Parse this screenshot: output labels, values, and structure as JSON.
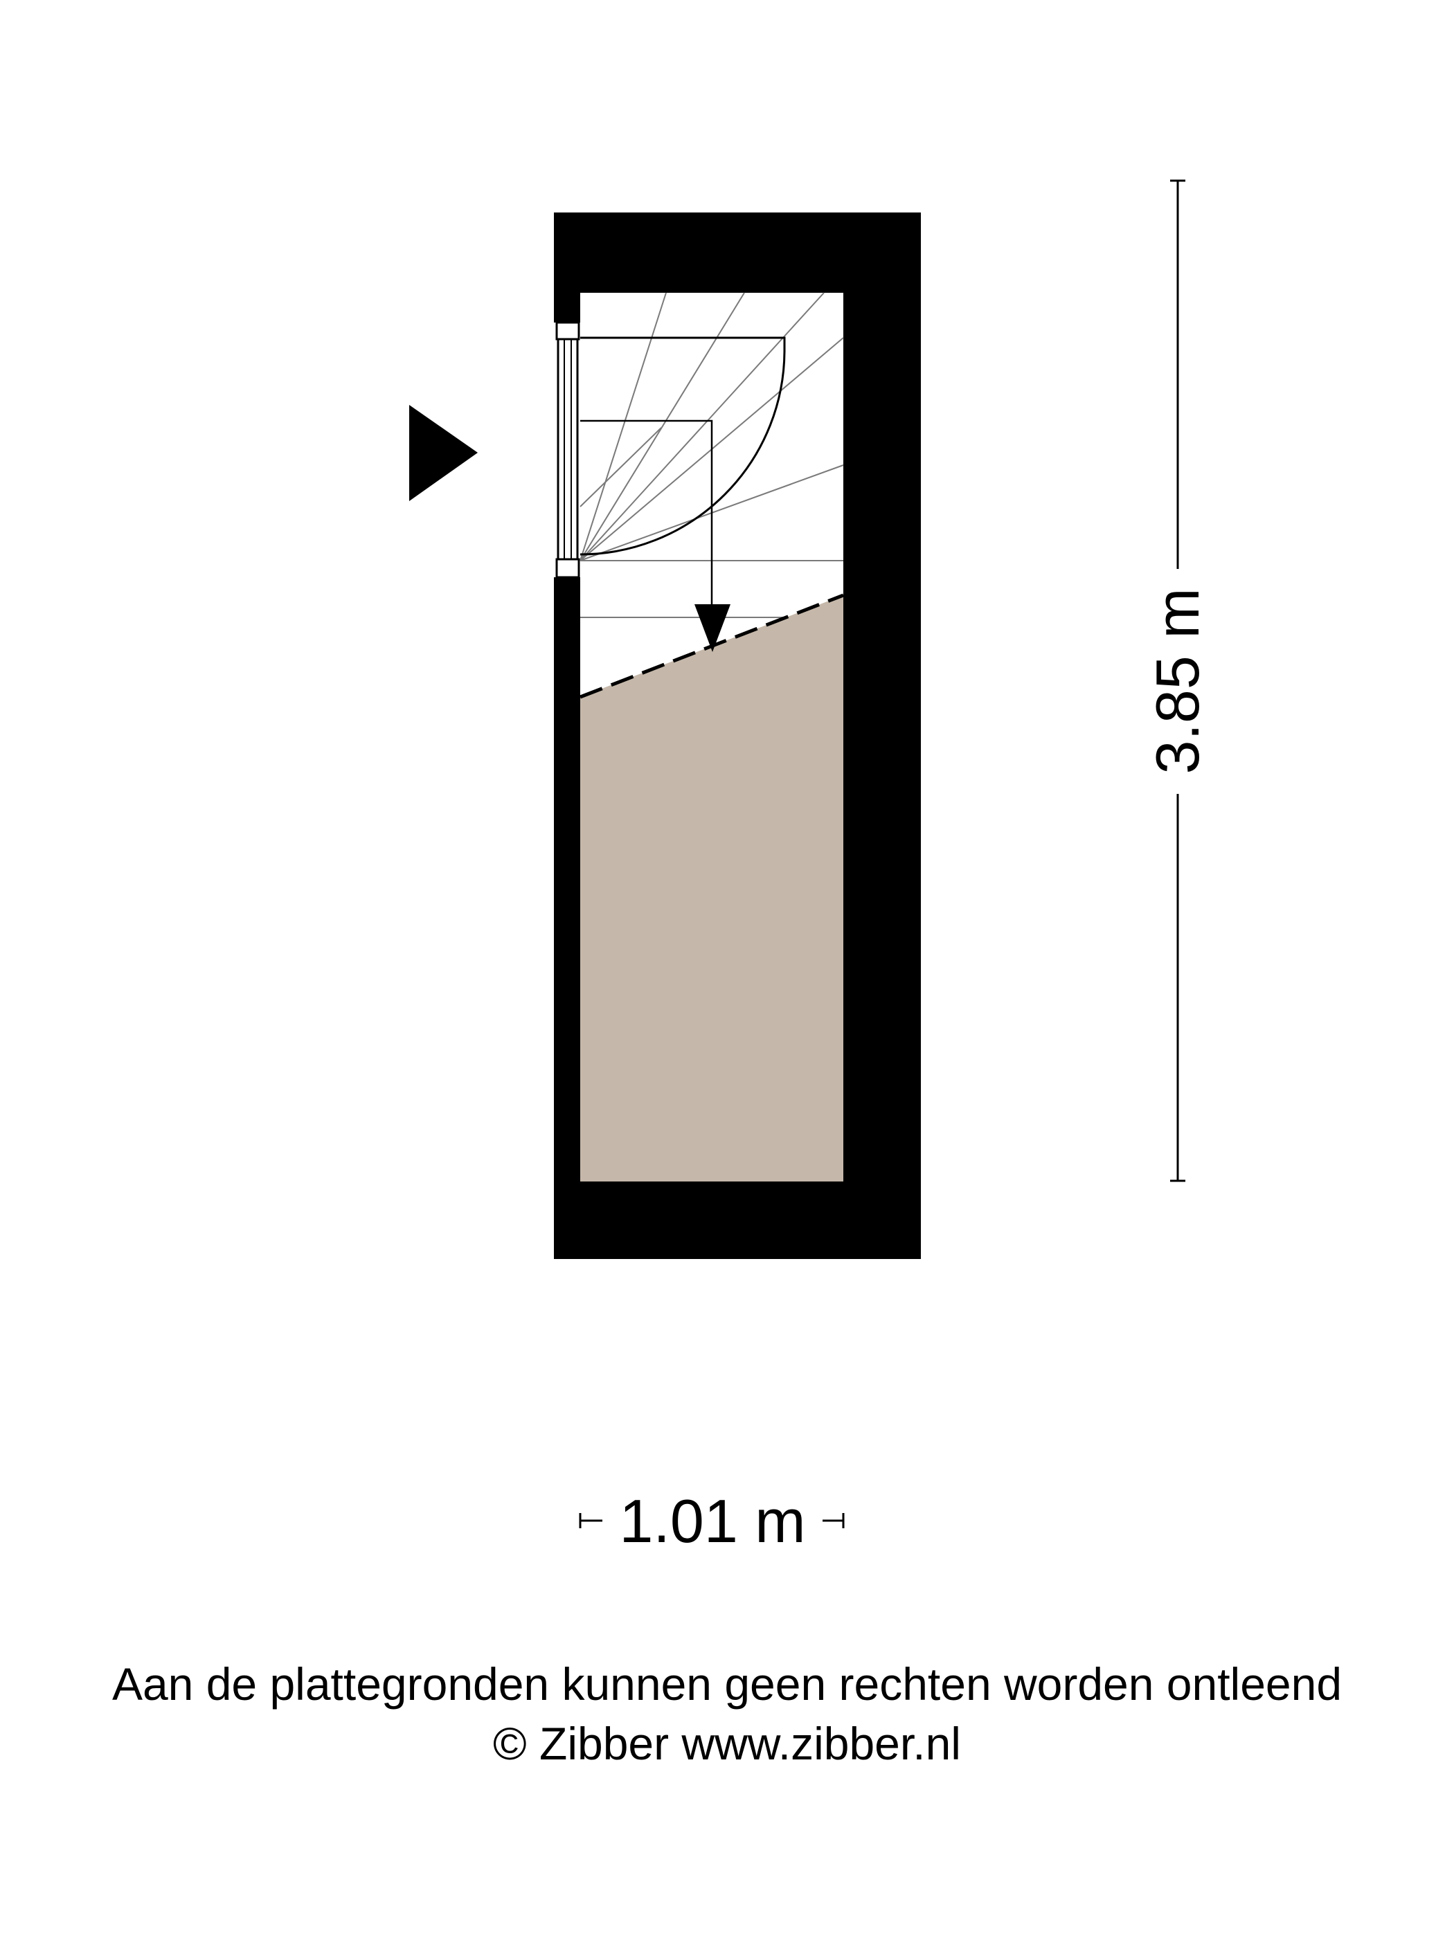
{
  "floorplan": {
    "dimensions": {
      "height_label": "3.85 m",
      "width_label": "1.01 m"
    },
    "colors": {
      "wall": "#000000",
      "floor": "#ffffff",
      "sloped_area": "#c5b8aa",
      "stair_line": "#808080"
    },
    "icons": {
      "entrance": "entrance-arrow-icon",
      "stair_direction": "stair-direction-arrow-icon"
    }
  },
  "footer": {
    "disclaimer": "Aan de plattegronden kunnen geen rechten worden ontleend",
    "copyright": "© Zibber www.zibber.nl"
  }
}
